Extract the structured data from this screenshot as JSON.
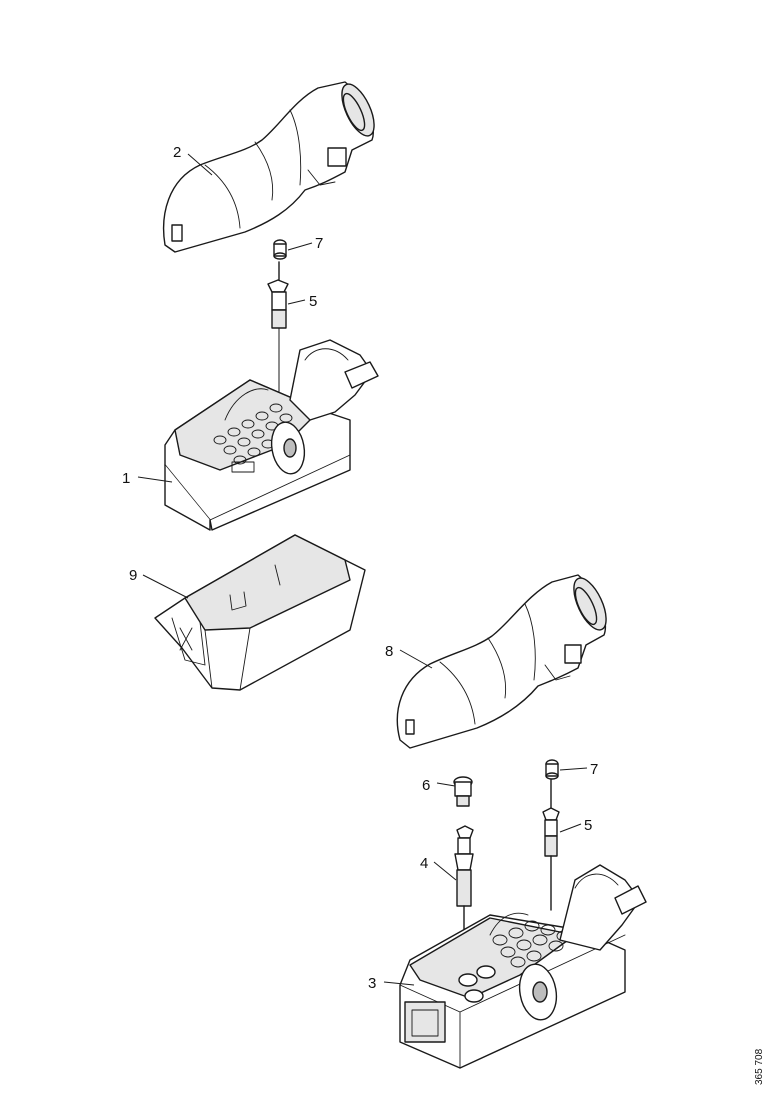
{
  "callouts": {
    "c1": "1",
    "c2": "2",
    "c3": "3",
    "c4": "4",
    "c5a": "5",
    "c5b": "5",
    "c6": "6",
    "c7a": "7",
    "c7b": "7",
    "c8": "8",
    "c9": "9"
  },
  "doc_ref": "365 708"
}
